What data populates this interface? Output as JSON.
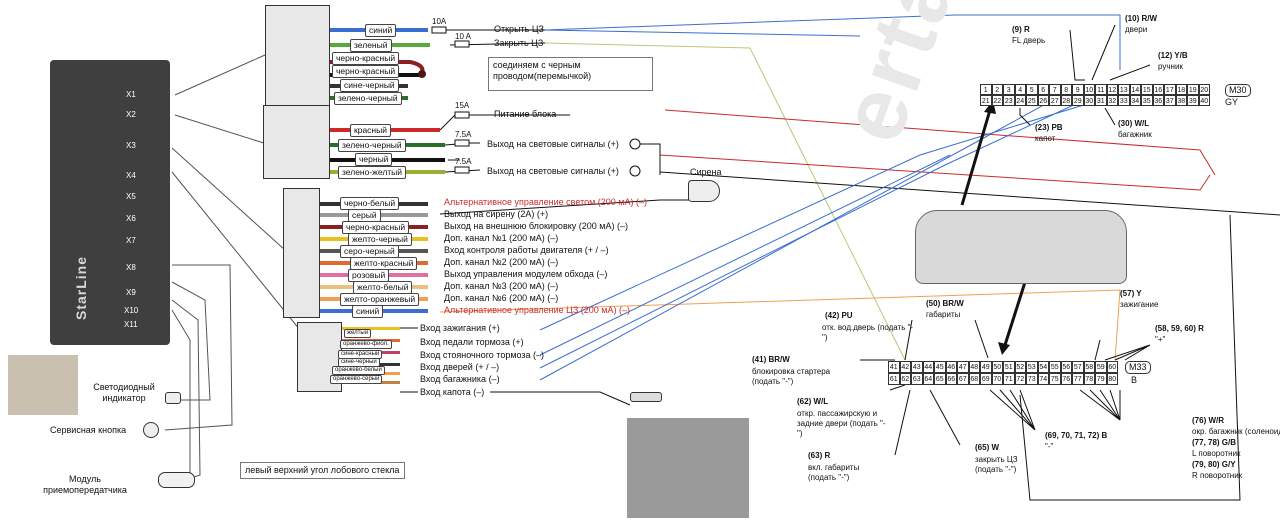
{
  "unit": {
    "brand": "StarLine",
    "connectors": [
      "X1",
      "X2",
      "X3",
      "X4",
      "X5",
      "X6",
      "X7",
      "X8",
      "X9",
      "X10",
      "X11"
    ]
  },
  "accessories": {
    "led": "Светодиодный индикатор",
    "service_button": "Сервисная кнопка",
    "transceiver": "Модуль приемопередатчика",
    "windshield_note": "левый верхний угол лобового стекла"
  },
  "group1": {
    "wires": [
      "синий",
      "зеленый",
      "черно-красный",
      "черно-красный",
      "сине-черный",
      "зелено-черный"
    ],
    "fuses": [
      "10A",
      "10 A"
    ],
    "outputs": [
      "Открыть ЦЗ",
      "Закрыть ЦЗ"
    ],
    "note": "соединяем с черным проводом(перемычкой)"
  },
  "group2": {
    "wires": [
      "красный",
      "зелено-черный",
      "черный",
      "зелено-желтый"
    ],
    "fuses": [
      "15A",
      "7.5A",
      "7.5A"
    ],
    "outputs": [
      "Питание блока",
      "Выход на световые сигналы (+)",
      "Выход на световые сигналы (+)"
    ],
    "siren": "Сирена"
  },
  "group3": {
    "wires": [
      "черно-белый",
      "серый",
      "черно-красный",
      "желто-черный",
      "серо-черный",
      "желто-красный",
      "розовый",
      "желто-белый",
      "желто-оранжевый",
      "синий"
    ],
    "outputs": [
      "Альтернативное управление светом (200 мА) (–)",
      "Выход на сирену (2А) (+)",
      "Выход на  внешнюю блокировку (200 мА) (–)",
      "Доп. канал №1  (200 мА) (–)",
      "Вход контроля работы двигателя (+ / –)",
      "Доп. канал №2 (200 мА) (–)",
      "Выход управления модулем обхода (–)",
      "Доп. канал №3 (200 мА) (–)",
      "Доп. канал №6 (200 мА) (–)",
      "Альтернативное управление ЦЗ (200 мА) (–)"
    ]
  },
  "group4": {
    "wires": [
      "желтый",
      "оранжево-фиол.",
      "сине-красный",
      "сине-черный",
      "оранжево-белый",
      "оранжево-серый"
    ],
    "inputs": [
      "Вход зажигания (+)",
      "Вход педали тормоза (+)",
      "Вход стояночного тормоза (–)",
      "Вход дверей (+ / –)",
      "Вход багажника (–)",
      "Вход капота (–)"
    ]
  },
  "m30": {
    "name": "M30",
    "code": "GY",
    "row1": [
      "1",
      "2",
      "3",
      "4",
      "5",
      "6",
      "7",
      "8",
      "9",
      "10",
      "11",
      "12",
      "13",
      "14",
      "15",
      "16",
      "17",
      "18",
      "19",
      "20"
    ],
    "row2": [
      "21",
      "22",
      "23",
      "24",
      "25",
      "26",
      "27",
      "28",
      "29",
      "30",
      "31",
      "32",
      "33",
      "34",
      "35",
      "36",
      "37",
      "38",
      "39",
      "40"
    ],
    "labels": {
      "p9": "(9) R",
      "p9d": "FL дверь",
      "p10": "(10) R/W",
      "p10d": "двери",
      "p12": "(12) Y/B",
      "p12d": "ручник",
      "p23": "(23) PB",
      "p23d": "капот",
      "p30": "(30) W/L",
      "p30d": "багажник"
    }
  },
  "m33": {
    "name": "M33",
    "code": "B",
    "row1": [
      "41",
      "42",
      "43",
      "44",
      "45",
      "46",
      "47",
      "48",
      "49",
      "50",
      "51",
      "52",
      "53",
      "54",
      "55",
      "56",
      "57",
      "58",
      "59",
      "60"
    ],
    "row2": [
      "61",
      "62",
      "63",
      "64",
      "65",
      "66",
      "67",
      "68",
      "69",
      "70",
      "71",
      "72",
      "73",
      "74",
      "75",
      "76",
      "77",
      "78",
      "79",
      "80"
    ],
    "labels": {
      "p42": "(42) PU",
      "p42d": "отк. вод.дверь (подать \"-\")",
      "p50": "(50) BR/W",
      "p50d": "габариты",
      "p57": "(57) Y",
      "p57d": "зажигание",
      "p58": "(58, 59, 60) R",
      "p58d": "\"+\"",
      "p41": "(41) BR/W",
      "p41d": "блокировка стартера (подать \"-\")",
      "p62": "(62) W/L",
      "p62d": "откр. пассажирскую и задние двери (подать \"-\")",
      "p63": "(63) R",
      "p63d": "вкл. габариты (подать \"-\")",
      "p65": "(65) W",
      "p65d": "закрыть ЦЗ (подать \"-\")",
      "p69": "(69, 70, 71, 72) B",
      "p69d": "\"-\"",
      "p76": "(76) W/R",
      "p76d": "окр. багажник (соленоид \"-\")",
      "p77": "(77, 78) G/B",
      "p77d": "L поворотник",
      "p79": "(79, 80) G/Y",
      "p79d": "R поворотник"
    }
  },
  "colors": {
    "blue": "#3a6fd0",
    "green": "#58a83c",
    "red": "#cc2a2a",
    "black": "#111111",
    "orange": "#f0a050",
    "yellow": "#e8c020",
    "pink": "#e070a0",
    "gray": "#999999"
  }
}
